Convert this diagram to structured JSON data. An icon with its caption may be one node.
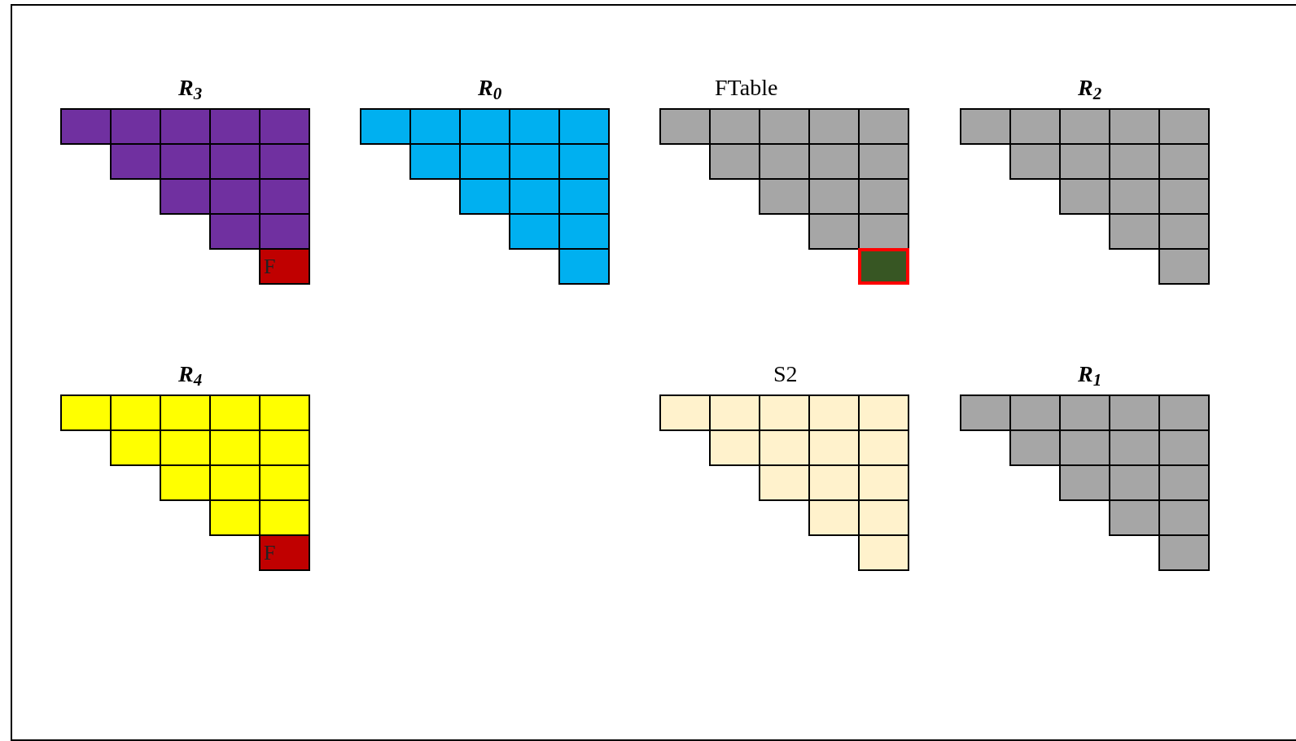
{
  "diagram": {
    "nodes": [
      {
        "text": [
          "R$_{3}$"
        ]
      },
      {
        "text": [
          "F"
        ]
      },
      {
        "text": [
          "R$_{0}$"
        ]
      },
      {
        "text": [
          "FTable"
        ]
      },
      {
        "text": [],
        "shape": "box"
      },
      {
        "text": [
          "R$_{2}$"
        ]
      },
      {
        "text": [
          "R$_{4}$"
        ]
      },
      {
        "text": [
          "F"
        ]
      },
      {
        "text": [
          "S2"
        ]
      },
      {
        "text": [
          "R$_{1}$"
        ]
      }
    ]
  }
}
